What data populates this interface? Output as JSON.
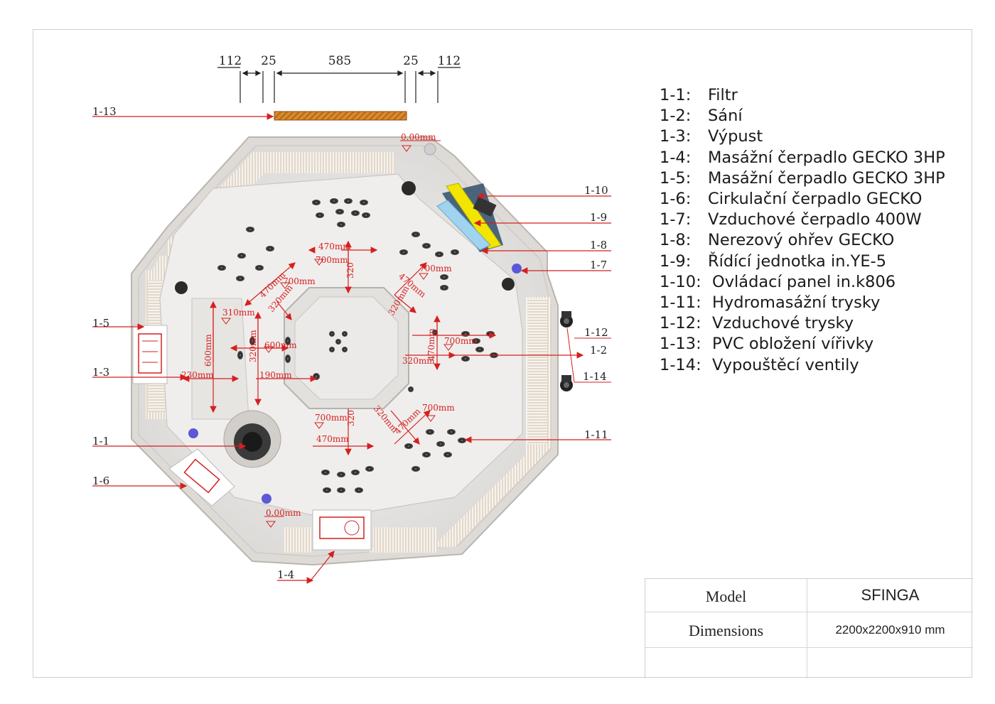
{
  "dimensions_top": [
    "112",
    "25",
    "585",
    "25",
    "112"
  ],
  "callouts": {
    "c13": "1-13",
    "c10": "1-10",
    "c9": "1-9",
    "c8": "1-8",
    "c7": "1-7",
    "c12": "1-12",
    "c2": "1-2",
    "c14": "1-14",
    "c11": "1-11",
    "c5": "1-5",
    "c3": "1-3",
    "c1": "1-1",
    "c6": "1-6",
    "c4": "1-4"
  },
  "measurements": {
    "level_top": "0.00mm",
    "level_bottom": "0.00mm",
    "m470_top": "470mm",
    "m700_top": "700mm",
    "m320_top": "320",
    "m470_tl": "470mm",
    "m700_tl": "700mm",
    "m320_tl": "320mm",
    "m470_tr": "470mm",
    "m700_tr": "700mm",
    "m320_tr": "320mm",
    "m310": "310mm",
    "m600_v": "600mm",
    "m320_lv": "320mm",
    "m600_h": "600mm",
    "m230": "230mm",
    "m190": "190mm",
    "m470_rv": "470mm",
    "m700_r": "700mm",
    "m320_r": "320mm",
    "m700_bot": "700mm",
    "m320_bot": "320",
    "m470_bot": "470mm",
    "m320_br": "320mm",
    "m470_br": "470mm",
    "m700_br": "700mm"
  },
  "legend": [
    {
      "code": "1-1:",
      "text": "Filtr"
    },
    {
      "code": "1-2:",
      "text": "Sání"
    },
    {
      "code": "1-3:",
      "text": "Výpust"
    },
    {
      "code": "1-4:",
      "text": "Masážní čerpadlo GECKO 3HP"
    },
    {
      "code": "1-5:",
      "text": "Masážní čerpadlo GECKO 3HP"
    },
    {
      "code": "1-6:",
      "text": "Cirkulační čerpadlo GECKO"
    },
    {
      "code": "1-7:",
      "text": "Vzduchové čerpadlo 400W"
    },
    {
      "code": "1-8:",
      "text": "Nerezový ohřev GECKO"
    },
    {
      "code": "1-9:",
      "text": "Řídící jednotka in.YE-5"
    },
    {
      "code": "1-10:",
      "text": "Ovládací panel in.k806"
    },
    {
      "code": "1-11:",
      "text": "Hydromasážní trysky"
    },
    {
      "code": "1-12:",
      "text": "Vzduchové trysky"
    },
    {
      "code": "1-13:",
      "text": "PVC obložení vířivky"
    },
    {
      "code": "1-14:",
      "text": "Vypouštěcí ventily"
    }
  ],
  "title_block": {
    "model_label": "Model",
    "model_value": "SFINGA",
    "dimensions_label": "Dimensions",
    "dimensions_value": "2200x2200x910 mm"
  },
  "colors": {
    "annotation_red": "#d61f1f",
    "shell": "#e9e6e2",
    "trim": "#d9cfc1",
    "pvc_strip": "#d98a2c",
    "control_unit": "#f2e600",
    "heater": "#9fd3ef",
    "air_button": "#5b59d6"
  }
}
